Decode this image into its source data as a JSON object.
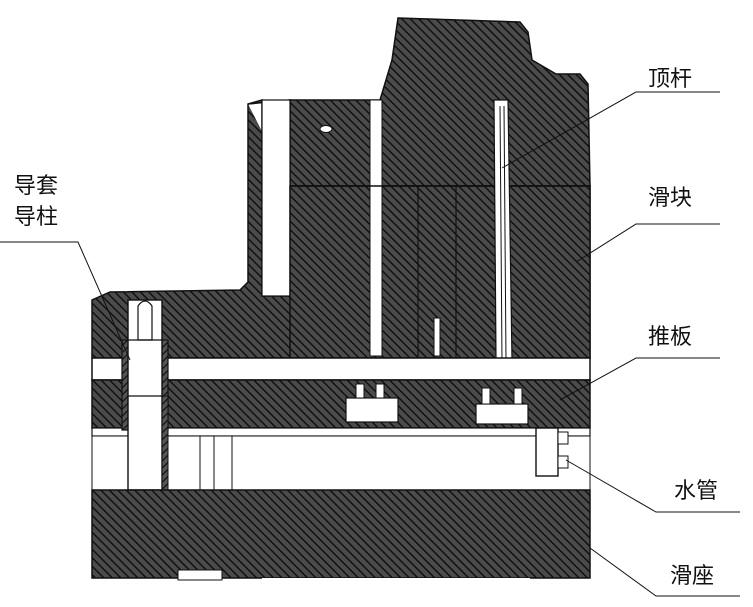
{
  "labels": {
    "guide_bush": "导套",
    "guide_pillar": "导柱",
    "ejector_pin": "顶杆",
    "slider": "滑块",
    "push_plate": "推板",
    "water_pipe": "水管",
    "slide_seat": "滑座"
  },
  "colors": {
    "background": "#ffffff",
    "line": "#111111",
    "hatch": "#2a2a2a"
  }
}
